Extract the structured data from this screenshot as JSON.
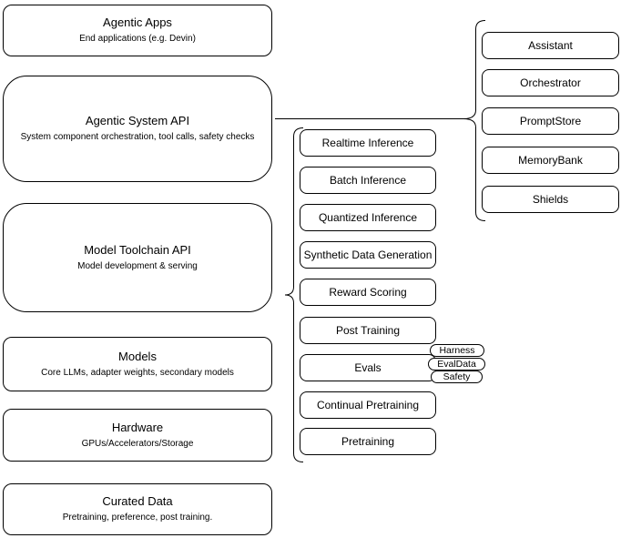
{
  "canvas": {
    "background_color": "#ffffff",
    "stroke_color": "#000000",
    "text_color": "#000000"
  },
  "left_column": {
    "boxes": [
      {
        "title": "Agentic Apps",
        "subtitle": "End applications (e.g. Devin)"
      },
      {
        "title": "Agentic System API",
        "subtitle": "System component orchestration, tool calls, safety checks"
      },
      {
        "title": "Model Toolchain API",
        "subtitle": "Model development & serving"
      },
      {
        "title": "Models",
        "subtitle": "Core LLMs, adapter weights, secondary models"
      },
      {
        "title": "Hardware",
        "subtitle": "GPUs/Accelerators/Storage"
      },
      {
        "title": "Curated Data",
        "subtitle": "Pretraining, preference, post training."
      }
    ]
  },
  "toolchain_group": {
    "items": [
      "Realtime Inference",
      "Batch Inference",
      "Quantized Inference",
      "Synthetic Data Generation",
      "Reward Scoring",
      "Post Training",
      "Evals",
      "Continual Pretraining",
      "Pretraining"
    ],
    "evals_tags": [
      "Harness",
      "EvalData",
      "Safety"
    ]
  },
  "system_group": {
    "items": [
      "Assistant",
      "Orchestrator",
      "PromptStore",
      "MemoryBank",
      "Shields"
    ]
  }
}
